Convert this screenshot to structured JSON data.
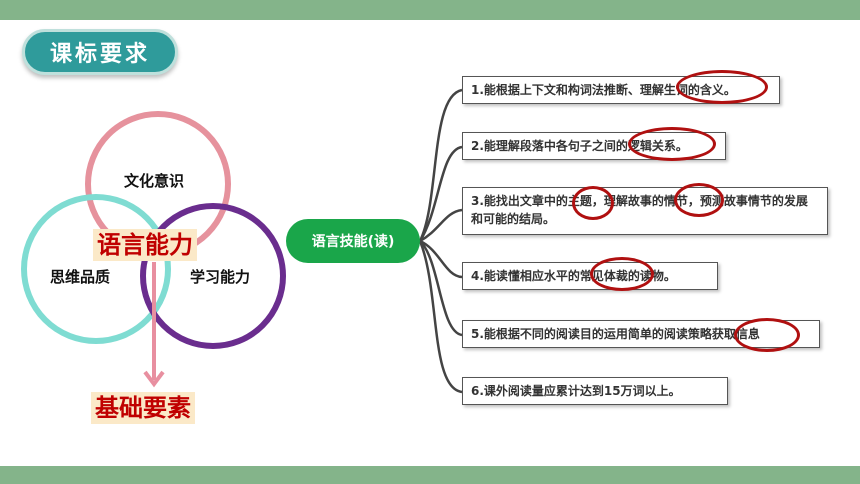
{
  "header": {
    "title": "课标要求"
  },
  "venn": {
    "top_label": "文化意识",
    "left_label": "思维品质",
    "right_label": "学习能力",
    "center_label": "语言能力",
    "bottom_label": "基础要素",
    "colors": {
      "top": "#e6929d",
      "left": "#7fdcd2",
      "right": "#6a2d8e",
      "arrow": "#e88fa0"
    }
  },
  "mindmap": {
    "center": "语言技能(读)",
    "items": [
      "1.能根据上下文和构词法推断、理解生词的含义。",
      "2.能理解段落中各句子之间的逻辑关系。",
      "3.能找出文章中的主题，理解故事的情节，预测故事情节的发展和可能的结局。",
      "4.能读懂相应水平的常见体裁的读物。",
      "5.能根据不同的阅读目的运用简单的阅读策略获取信息",
      "6.课外阅读量应累计达到15万词以上。"
    ]
  },
  "colors": {
    "bar": "#84b48a",
    "title_pill": "#2f9b9b",
    "center_node": "#1aa64a",
    "highlight": "#b01010"
  }
}
